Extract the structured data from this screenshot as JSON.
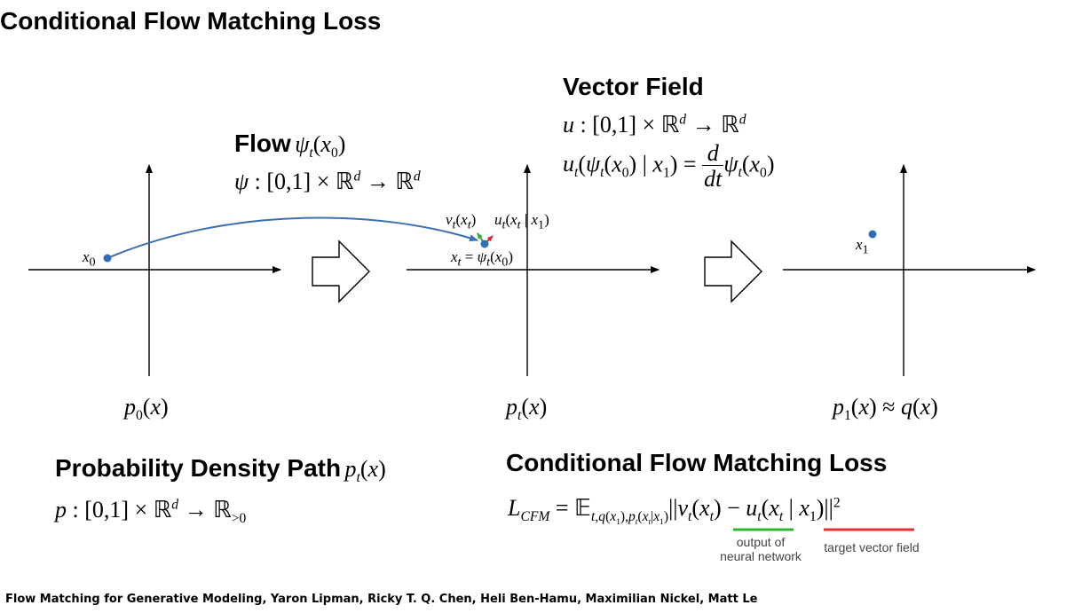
{
  "title": "Conditional Flow Matching Loss",
  "flow": {
    "heading": "Flow",
    "symbol": "ψ_t(x_0)",
    "definition": "ψ : [0,1] × ℝ^d → ℝ^d"
  },
  "vector_field": {
    "heading": "Vector Field",
    "definition": "u : [0,1] × ℝ^d → ℝ^d",
    "equation": "u_t(ψ_t(x_0) | x_1) = d/dt ψ_t(x_0)"
  },
  "plots": [
    {
      "point_label": "x_0",
      "distribution_label": "p_0(x)"
    },
    {
      "point_label": "x_t = ψ_t(x_0)",
      "distribution_label": "p_t(x)",
      "vector_labels": [
        "v_t(x_t)",
        "u_t(x_t | x_1)"
      ]
    },
    {
      "point_label": "x_1",
      "distribution_label": "p_1(x) ≈ q(x)"
    }
  ],
  "density_path": {
    "heading": "Probability Density Path",
    "symbol": "p_t(x)",
    "definition": "p : [0,1] × ℝ^d → ℝ_>0"
  },
  "cfm_loss": {
    "heading": "Conditional Flow Matching Loss",
    "equation": "L_CFM = 𝔼_{t,q(x_1),p_t(x_t|x_1)} ||v_t(x_t) − u_t(x_t | x_1)||^2",
    "caption_left": "output of neural network",
    "caption_left_line1": "output of",
    "caption_left_line2": "neural network",
    "caption_right": "target vector field"
  },
  "footer": {
    "text": "Flow Matching for Generative Modeling, Yaron Lipman, Ricky T. Q. Chen, Heli Ben-Hamu, Maximilian Nickel, Matt Le"
  },
  "colors": {
    "point": "#2e6fb7",
    "flow_arrow": "#3a6fb0",
    "vt_arrow": "#3aa63a",
    "ut_arrow": "#d43030",
    "underline_green": "#2fb52f",
    "underline_red": "#e03030",
    "axis": "#000000"
  }
}
